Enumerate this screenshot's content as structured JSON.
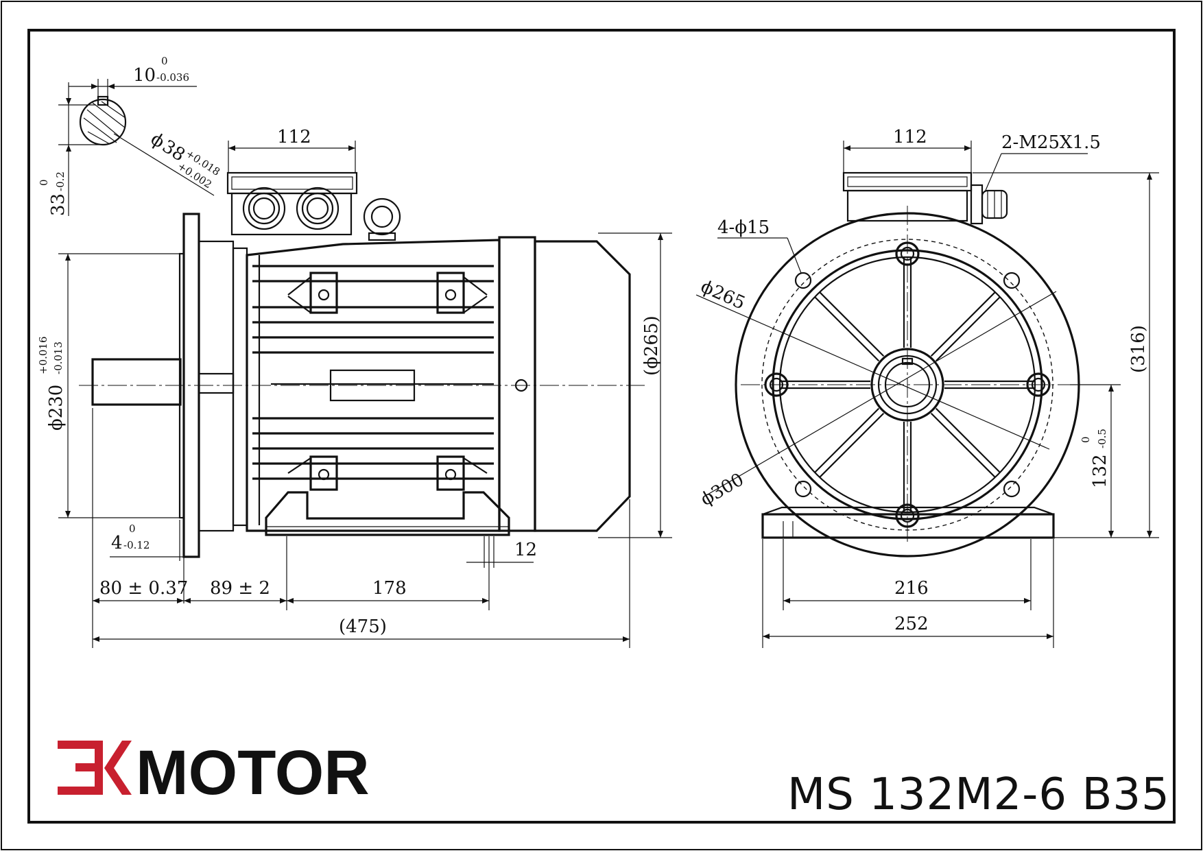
{
  "drawing": {
    "brand": {
      "logo_letters": "EK",
      "name": "MOTOR",
      "logo_color": "#c8202f"
    },
    "model": "MS 132M2-6 B35",
    "side_view": {
      "key_width": "10",
      "key_width_tol_upper": "0",
      "key_width_tol_lower": "-0.036",
      "key_height": "33",
      "key_height_tol_upper": "0",
      "key_height_tol_lower": "-0.2",
      "shaft_dia_symbol": "ϕ",
      "shaft_dia": "38",
      "shaft_dia_tol_upper": "+0.018",
      "shaft_dia_tol_lower": "+0.002",
      "terminal_box_width": "112",
      "flange_spigot_dia": "ϕ230",
      "flange_spigot_tol_upper": "+0.016",
      "flange_spigot_tol_lower": "-0.013",
      "spigot_depth": "4",
      "spigot_depth_tol_upper": "0",
      "spigot_depth_tol_lower": "-0.12",
      "shaft_length": "80 ± 0.37",
      "flange_to_foot": "89 ± 2",
      "foot_spacing": "178",
      "foot_hole": "12",
      "overall_length": "(475)",
      "fan_cover_dia": "(ϕ265)"
    },
    "end_view": {
      "terminal_box_width": "112",
      "cable_glands": "2-M25X1.5",
      "flange_holes": "4-ϕ15",
      "pitch_circle": "ϕ265",
      "flange_dia": "ϕ300",
      "overall_height": "(316)",
      "shaft_height": "132",
      "shaft_height_tol_upper": "0",
      "shaft_height_tol_lower": "-0.5",
      "foot_hole_spacing": "216",
      "foot_width": "252"
    }
  }
}
